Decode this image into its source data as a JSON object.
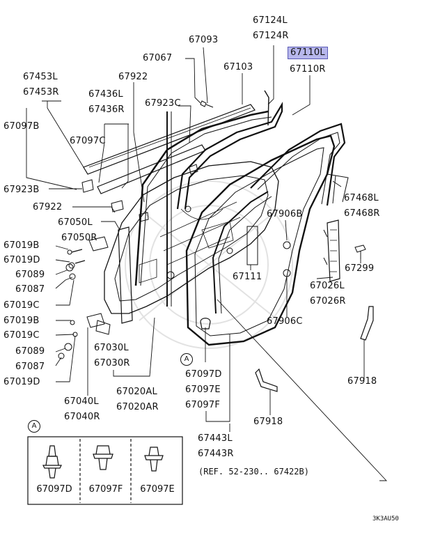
{
  "labels": {
    "p67124L": "67124L",
    "p67124R": "67124R",
    "p67093": "67093",
    "p67110L": "67110L",
    "p67110R": "67110R",
    "p67067": "67067",
    "p67103": "67103",
    "p67922a": "67922",
    "p67453L": "67453L",
    "p67453R": "67453R",
    "p67436L": "67436L",
    "p67436R": "67436R",
    "p67923C": "67923C",
    "p67097B": "67097B",
    "p67097C": "67097C",
    "p67923B": "67923B",
    "p67922b": "67922",
    "p67050L": "67050L",
    "p67050R": "67050R",
    "p67019Ba": "67019B",
    "p67019Da": "67019D",
    "p67089a": "67089",
    "p67087a": "67087",
    "p67019Ca": "67019C",
    "p67019Bb": "67019B",
    "p67019Cb": "67019C",
    "p67089b": "67089",
    "p67087b": "67087",
    "p67019Db": "67019D",
    "p67906B": "67906B",
    "p67111": "67111",
    "p67906C": "67906C",
    "p67468L": "67468L",
    "p67468R": "67468R",
    "p67026L": "67026L",
    "p67026R": "67026R",
    "p67299": "67299",
    "p67030L": "67030L",
    "p67030R": "67030R",
    "p67020AL": "67020AL",
    "p67020AR": "67020AR",
    "p67040L": "67040L",
    "p67040R": "67040R",
    "p67097D": "67097D",
    "p67097E": "67097E",
    "p67097F": "67097F",
    "p67443L": "67443L",
    "p67443R": "67443R",
    "p67918a": "67918",
    "p67918b": "67918"
  },
  "reference": "(REF. 52-230.. 67422B)",
  "circle_marker": "A",
  "inset": {
    "marker": "A",
    "items": [
      "67097D",
      "67097F",
      "67097E"
    ]
  },
  "diagram_code": "3K3AU50",
  "colors": {
    "line": "#111111",
    "highlight": "#b7b7ec",
    "watermark": "#dcdcdc"
  }
}
